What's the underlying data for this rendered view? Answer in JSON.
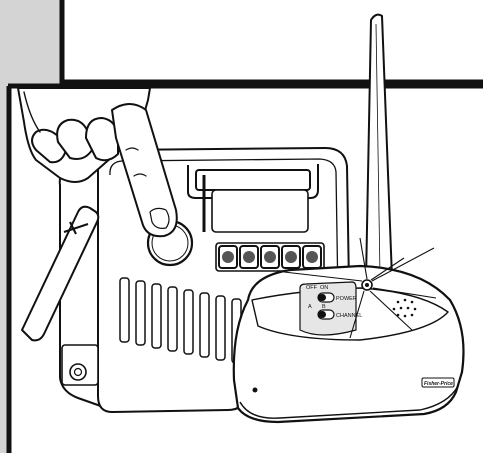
{
  "receiver": {
    "label_off": "OFF",
    "label_on": "ON",
    "label_power": "POWER",
    "label_a": "A",
    "label_b": "B",
    "label_channel": "CHANNEL",
    "brand_logo": "Fisher-Price"
  },
  "colors": {
    "frame_gray": "#d4d4d4",
    "line": "#111111",
    "paper": "#ffffff",
    "panel_gray": "#e6e6e6"
  }
}
